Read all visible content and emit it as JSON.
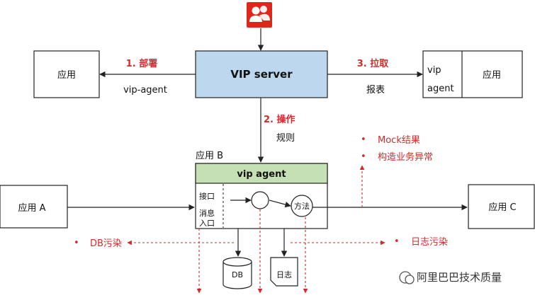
{
  "vip_server": {
    "label": "VIP server"
  },
  "left_app": {
    "label": "应用"
  },
  "right_app": {
    "left_label_1": "vip",
    "left_label_2": "agent",
    "right_label": "应用"
  },
  "edge_deploy": {
    "label": "1. 部署",
    "sublabel": "vip-agent"
  },
  "edge_pull": {
    "label": "3. 拉取",
    "sublabel": "报表"
  },
  "edge_operate": {
    "label": "2. 操作",
    "sublabel": "规则"
  },
  "app_b": {
    "title": "应用 B",
    "agent_label": "vip agent",
    "interface_label": "接口",
    "message_label_1": "消息",
    "message_label_2": "入口",
    "method_label": "方法"
  },
  "app_a": {
    "label": "应用 A"
  },
  "app_c": {
    "label": "应用 C"
  },
  "bullets": [
    "Mock结果",
    "构造业务异常"
  ],
  "db": {
    "label": "DB"
  },
  "log": {
    "label": "日志"
  },
  "db_pollution": {
    "label": "DB污染"
  },
  "log_pollution": {
    "label": "日志污染"
  },
  "bullet_mark": "•",
  "watermark": {
    "label": "阿里巴巴技术质量"
  },
  "colors": {
    "accent_red": "#d22b2b",
    "server_fill": "#bdd7ee",
    "agent_fill": "#c5e0b4",
    "user_icon": "#e0251b"
  }
}
